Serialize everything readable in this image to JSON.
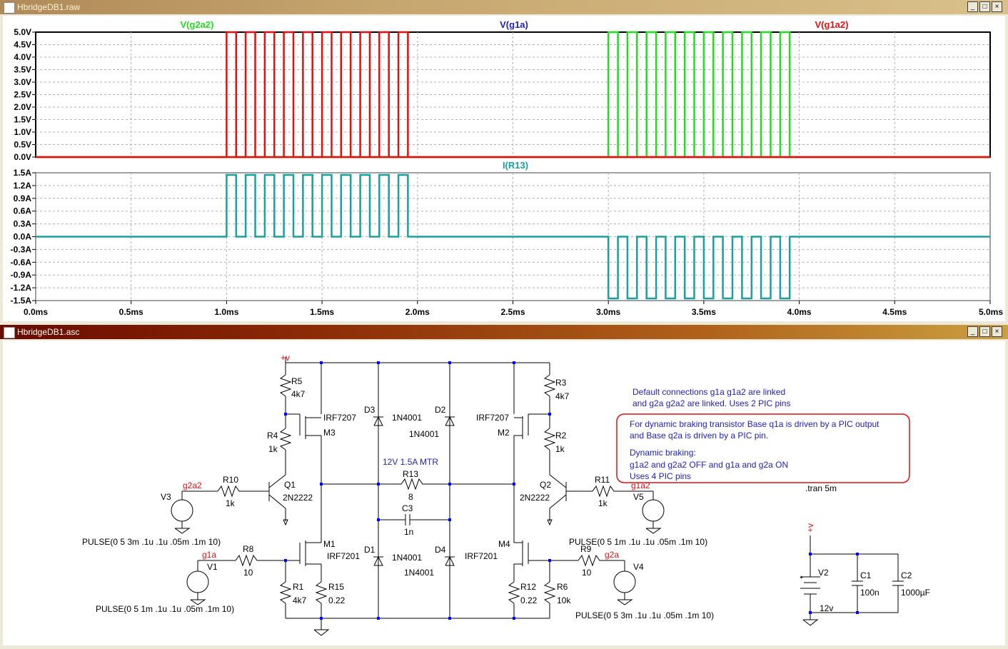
{
  "waveform_window": {
    "title": "HbridgeDB1.raw",
    "buttons": {
      "minimize": "_",
      "maximize": "□",
      "close": "×"
    }
  },
  "schematic_window": {
    "title": "HbridgeDB1.asc",
    "buttons": {
      "minimize": "_",
      "maximize": "□",
      "close": "×"
    }
  },
  "colors": {
    "green": "#22dd22",
    "red": "#e01010",
    "blue": "#2020c0",
    "teal": "#1aa0a0",
    "grid": "#b0b0b0"
  },
  "chart_data": [
    {
      "type": "line",
      "legend": [
        "V(g2a2)",
        "V(g1a)",
        "V(g1a2)"
      ],
      "y_ticks": [
        "5.0V",
        "4.5V",
        "4.0V",
        "3.5V",
        "3.0V",
        "2.5V",
        "2.0V",
        "1.5V",
        "1.0V",
        "0.5V",
        "0.0V"
      ],
      "ylim": [
        0,
        5
      ],
      "xlim": [
        0,
        5
      ],
      "series": [
        {
          "name": "V(g2a2)",
          "color": "#e01010",
          "pulse": {
            "start_ms": 1.0,
            "period_ms": 0.1,
            "width_ms": 0.05,
            "count": 10,
            "high": 5,
            "low": 0
          }
        },
        {
          "name": "V(g1a2)",
          "color": "#22dd22",
          "pulse": {
            "start_ms": 3.0,
            "period_ms": 0.1,
            "width_ms": 0.05,
            "count": 10,
            "high": 5,
            "low": 0
          }
        }
      ]
    },
    {
      "type": "line",
      "legend": [
        "I(R13)"
      ],
      "y_ticks": [
        "1.5A",
        "1.2A",
        "0.9A",
        "0.6A",
        "0.3A",
        "0.0A",
        "-0.3A",
        "-0.6A",
        "-0.9A",
        "-1.2A",
        "-1.5A"
      ],
      "ylim": [
        -1.5,
        1.5
      ],
      "xlim": [
        0,
        5
      ],
      "x_ticks": [
        "0.0ms",
        "0.5ms",
        "1.0ms",
        "1.5ms",
        "2.0ms",
        "2.5ms",
        "3.0ms",
        "3.5ms",
        "4.0ms",
        "4.5ms",
        "5.0ms"
      ],
      "series": [
        {
          "name": "I(R13)",
          "color": "#1aa0a0",
          "segments": [
            {
              "start_ms": 1.0,
              "period_ms": 0.1,
              "width_ms": 0.05,
              "count": 10,
              "high": 1.45,
              "low": 0
            },
            {
              "start_ms": 3.0,
              "period_ms": 0.1,
              "width_ms": 0.05,
              "count": 10,
              "high": -1.45,
              "low": 0
            }
          ]
        }
      ]
    }
  ],
  "schematic": {
    "labels": {
      "vplus_top": "+v",
      "R5": "R5",
      "R5v": "4k7",
      "R4": "R4",
      "R4v": "1k",
      "R3": "R3",
      "R3v": "4k7",
      "R2": "R2",
      "R2v": "1k",
      "M3": "M3",
      "M3t": "IRF7207",
      "M2": "M2",
      "M2t": "IRF7207",
      "M1": "M1",
      "M1t": "IRF7201",
      "M4": "M4",
      "M4t": "IRF7201",
      "D3": "D3",
      "D3v": "1N4001",
      "D2": "D2",
      "D2v": "1N4001",
      "D1": "D1",
      "D1v": "1N4001",
      "D4": "D4",
      "D4v": "1N4001",
      "R13": "R13",
      "R13v": "8",
      "motor": "12V 1.5A MTR",
      "C3": "C3",
      "C3v": "1n",
      "Q1": "Q1",
      "Q1t": "2N2222",
      "Q2": "Q2",
      "Q2t": "2N2222",
      "R10": "R10",
      "R10v": "1k",
      "R11": "R11",
      "R11v": "1k",
      "R8": "R8",
      "R8v": "10",
      "R9": "R9",
      "R9v": "10",
      "R1": "R1",
      "R1v": "4k7",
      "R15": "R15",
      "R15v": "0.22",
      "R12": "R12",
      "R12v": "0.22",
      "R6": "R6",
      "R6v": "10k",
      "V3": "V3",
      "V1": "V1",
      "V5": "V5",
      "V4": "V4",
      "V2": "V2",
      "V2v": "12v",
      "C1": "C1",
      "C1v": "100n",
      "C2": "C2",
      "C2v": "1000µF",
      "net_g2a2": "g2a2",
      "net_g1a": "g1a",
      "net_g1a2": "g1a2",
      "net_g2a": "g2a",
      "vplus_right": "+v",
      "pulse_v3": "PULSE(0 5 3m .1u .1u .05m .1m 10)",
      "pulse_v1": "PULSE(0 5 1m .1u .1u .05m .1m 10)",
      "pulse_v5": "PULSE(0 5 1m .1u .1u .05m .1m 10)",
      "pulse_v4": "PULSE(0 5 3m .1u .1u .05m .1m 10)",
      "tran": ".tran 5m"
    },
    "note1": [
      "Default connections g1a g1a2 are linked",
      "and  g2a g2a2 are linked. Uses 2 PIC pins"
    ],
    "note2": [
      "For dynamic braking transistor Base q1a is driven by a PIC output",
      "and Base q2a is driven by a PIC pin.",
      "Dynamic braking:",
      "g1a2 and g2a2  OFF and g1a  and g2a ON",
      "Uses 4 PIC pins"
    ]
  }
}
